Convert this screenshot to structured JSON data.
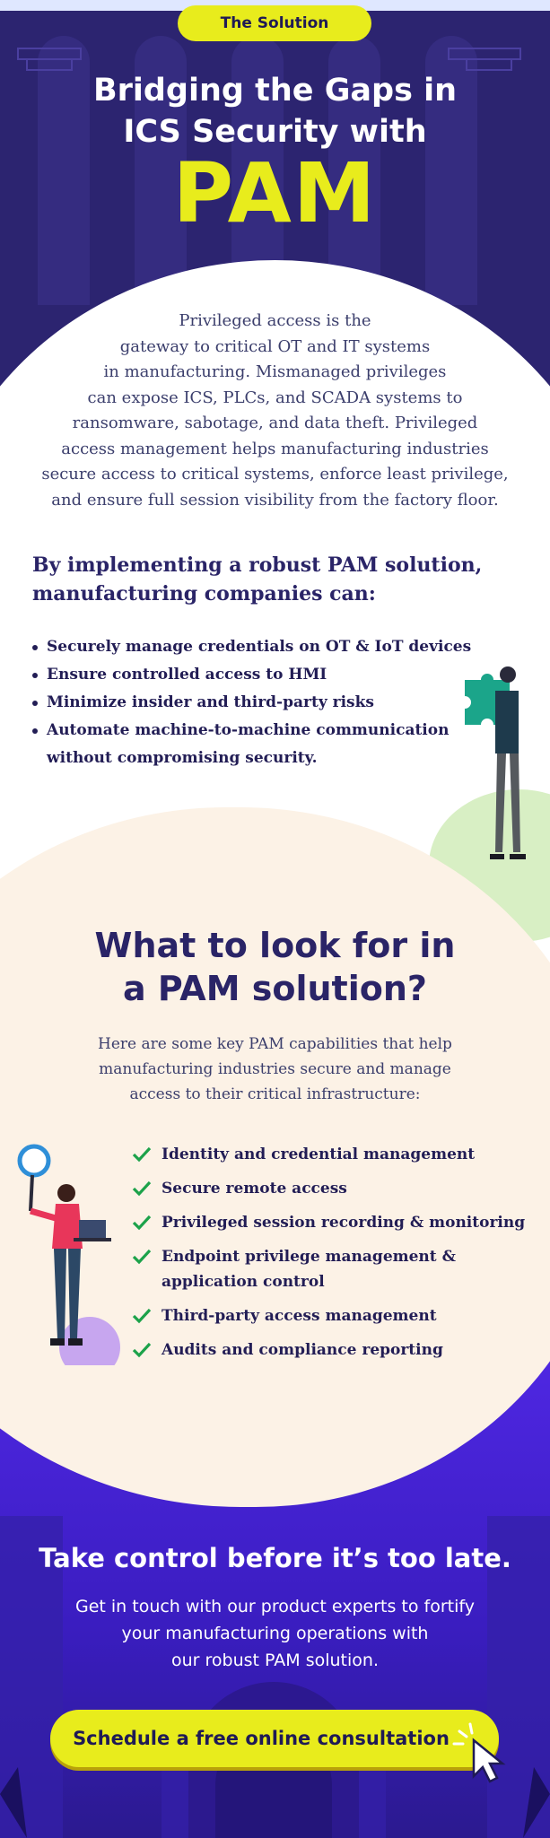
{
  "header": {
    "badge": "The Solution",
    "title_line1": "Bridging the Gaps in",
    "title_line2": "ICS Security with",
    "title_highlight": "PAM"
  },
  "intro": {
    "lines": [
      "Privileged access is the",
      "gateway to critical OT and IT systems",
      "in manufacturing. Mismanaged privileges",
      "can expose ICS, PLCs, and SCADA systems to",
      "ransomware, sabotage, and data theft. Privileged",
      "access management helps manufacturing industries",
      "secure access to critical systems, enforce least privilege,",
      "and ensure full session visibility from the factory floor."
    ]
  },
  "benefits": {
    "heading_line1": "By implementing a robust PAM solution,",
    "heading_line2": "manufacturing companies can:",
    "items": [
      "Securely manage credentials on OT & IoT devices",
      "Ensure controlled access to HMI",
      "Minimize insider and third-party risks",
      "Automate machine-to-machine communication",
      "without compromising security."
    ]
  },
  "lookfor": {
    "heading_line1": "What to look for in",
    "heading_line2": "a PAM solution?",
    "intro_lines": [
      "Here are some key PAM capabilities that help",
      "manufacturing industries secure and manage",
      "access to their critical infrastructure:"
    ],
    "items": [
      "Identity and credential management",
      "Secure remote access",
      "Privileged session recording & monitoring",
      "Endpoint privilege management & application control",
      "Third-party access management",
      "Audits and compliance reporting"
    ]
  },
  "cta": {
    "title": "Take control before it’s too late.",
    "text_lines": [
      "Get in touch with our product experts to fortify",
      "your manufacturing operations with",
      "our robust PAM solution."
    ],
    "button_label": "Schedule a free online consultation"
  },
  "colors": {
    "navy": "#2c2470",
    "accent_yellow": "#e8ec1c",
    "purple": "#5128e6",
    "cream": "#fcf2e6",
    "check_green": "#1ca24a"
  },
  "icons": [
    "check-icon",
    "cursor-click-icon",
    "magnifier-icon",
    "puzzle-piece-icon",
    "laptop-icon"
  ]
}
